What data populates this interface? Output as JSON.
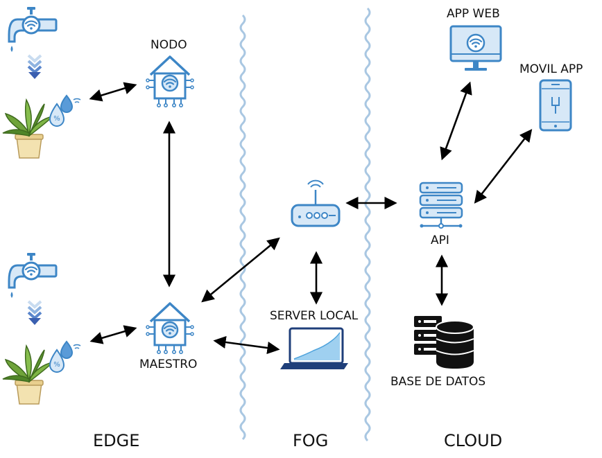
{
  "labels": {
    "nodo": "NODO",
    "maestro": "MAESTRO",
    "server_local": "SERVER LOCAL",
    "app_web": "APP WEB",
    "movil_app": "MOVIL APP",
    "api": "API",
    "base_de_datos": "BASE DE DATOS"
  },
  "zones": {
    "edge": "EDGE",
    "fog": "FOG",
    "cloud": "CLOUD"
  },
  "colors": {
    "icon_blue": "#3d86c6",
    "icon_fill": "#d7e8f7",
    "divider": "#a9c7e2",
    "arrow": "#000000",
    "plant_leaf": "#6fa33a",
    "pot": "#f3e2b0"
  },
  "icons": [
    "faucet-icon",
    "plant-icon",
    "smart-home-icon",
    "router-icon",
    "laptop-icon",
    "monitor-icon",
    "smartphone-icon",
    "server-icon",
    "database-icon"
  ]
}
